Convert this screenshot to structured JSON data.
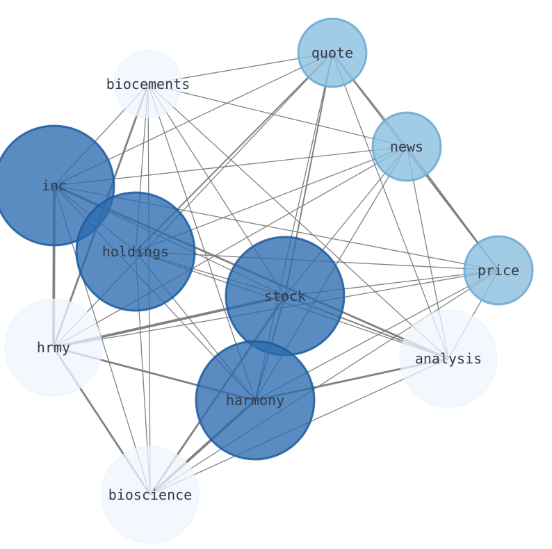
{
  "nodes": [
    {
      "id": "inc",
      "label": "inc",
      "tier": "dark"
    },
    {
      "id": "holdings",
      "label": "holdings",
      "tier": "dark"
    },
    {
      "id": "stock",
      "label": "stock",
      "tier": "dark"
    },
    {
      "id": "harmony",
      "label": "harmony",
      "tier": "dark"
    },
    {
      "id": "quote",
      "label": "quote",
      "tier": "mid"
    },
    {
      "id": "news",
      "label": "news",
      "tier": "mid"
    },
    {
      "id": "price",
      "label": "price",
      "tier": "mid"
    },
    {
      "id": "biocements",
      "label": "biocements",
      "tier": "light"
    },
    {
      "id": "hrmy",
      "label": "hrmy",
      "tier": "light"
    },
    {
      "id": "analysis",
      "label": "analysis",
      "tier": "light"
    },
    {
      "id": "bioscience",
      "label": "bioscience",
      "tier": "light"
    }
  ],
  "edges": [
    {
      "s": "biocements",
      "t": "quote",
      "w": 1
    },
    {
      "s": "biocements",
      "t": "news",
      "w": 1
    },
    {
      "s": "biocements",
      "t": "inc",
      "w": 1
    },
    {
      "s": "biocements",
      "t": "holdings",
      "w": 1
    },
    {
      "s": "biocements",
      "t": "hrmy",
      "w": 3
    },
    {
      "s": "biocements",
      "t": "stock",
      "w": 1
    },
    {
      "s": "biocements",
      "t": "harmony",
      "w": 1
    },
    {
      "s": "biocements",
      "t": "analysis",
      "w": 1
    },
    {
      "s": "biocements",
      "t": "bioscience",
      "w": 1
    },
    {
      "s": "quote",
      "t": "inc",
      "w": 1
    },
    {
      "s": "quote",
      "t": "holdings",
      "w": 2
    },
    {
      "s": "quote",
      "t": "stock",
      "w": 2
    },
    {
      "s": "quote",
      "t": "harmony",
      "w": 1
    },
    {
      "s": "quote",
      "t": "price",
      "w": 2
    },
    {
      "s": "quote",
      "t": "analysis",
      "w": 1
    },
    {
      "s": "quote",
      "t": "hrmy",
      "w": 1
    },
    {
      "s": "quote",
      "t": "news",
      "w": 1
    },
    {
      "s": "news",
      "t": "inc",
      "w": 1
    },
    {
      "s": "news",
      "t": "holdings",
      "w": 1
    },
    {
      "s": "news",
      "t": "stock",
      "w": 1
    },
    {
      "s": "news",
      "t": "price",
      "w": 2
    },
    {
      "s": "news",
      "t": "analysis",
      "w": 1
    },
    {
      "s": "news",
      "t": "hrmy",
      "w": 1
    },
    {
      "s": "news",
      "t": "harmony",
      "w": 1
    },
    {
      "s": "inc",
      "t": "holdings",
      "w": 1
    },
    {
      "s": "inc",
      "t": "hrmy",
      "w": 4
    },
    {
      "s": "inc",
      "t": "stock",
      "w": 1
    },
    {
      "s": "inc",
      "t": "price",
      "w": 1
    },
    {
      "s": "inc",
      "t": "analysis",
      "w": 3
    },
    {
      "s": "inc",
      "t": "harmony",
      "w": 1
    },
    {
      "s": "inc",
      "t": "bioscience",
      "w": 1
    },
    {
      "s": "holdings",
      "t": "stock",
      "w": 1
    },
    {
      "s": "holdings",
      "t": "price",
      "w": 1
    },
    {
      "s": "holdings",
      "t": "analysis",
      "w": 1
    },
    {
      "s": "holdings",
      "t": "harmony",
      "w": 1
    },
    {
      "s": "holdings",
      "t": "bioscience",
      "w": 1
    },
    {
      "s": "stock",
      "t": "price",
      "w": 1
    },
    {
      "s": "stock",
      "t": "hrmy",
      "w": 4
    },
    {
      "s": "stock",
      "t": "analysis",
      "w": 2
    },
    {
      "s": "stock",
      "t": "bioscience",
      "w": 3
    },
    {
      "s": "stock",
      "t": "harmony",
      "w": 2
    },
    {
      "s": "price",
      "t": "hrmy",
      "w": 1
    },
    {
      "s": "price",
      "t": "analysis",
      "w": 1
    },
    {
      "s": "price",
      "t": "harmony",
      "w": 1
    },
    {
      "s": "price",
      "t": "bioscience",
      "w": 1
    },
    {
      "s": "hrmy",
      "t": "harmony",
      "w": 3
    },
    {
      "s": "hrmy",
      "t": "bioscience",
      "w": 3
    },
    {
      "s": "harmony",
      "t": "analysis",
      "w": 3
    },
    {
      "s": "harmony",
      "t": "bioscience",
      "w": 4
    },
    {
      "s": "analysis",
      "t": "bioscience",
      "w": 1
    }
  ],
  "colors": {
    "dark_fill": "#2b6cb0",
    "dark_stroke": "#1c5a9e",
    "mid_fill": "#8dbfe0",
    "mid_stroke": "#6aa8d4",
    "light_fill": "#eef6fc",
    "light_stroke": "#ddecf7",
    "edge": "#7a7a7a",
    "label": "#333a45"
  }
}
